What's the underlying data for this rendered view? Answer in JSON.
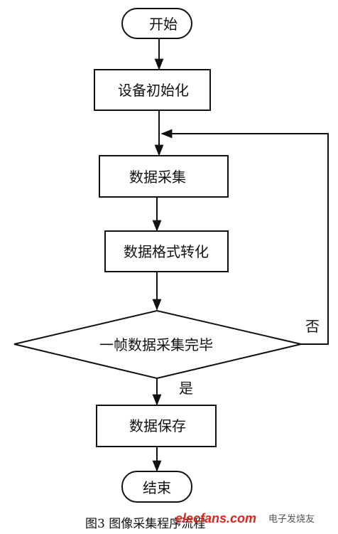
{
  "nodes": {
    "start": "开始",
    "init": "设备初始化",
    "acquire": "数据采集",
    "convert": "数据格式转化",
    "decision": "一帧数据采集完毕",
    "save": "数据保存",
    "end": "结束"
  },
  "branches": {
    "no": "否",
    "yes": "是"
  },
  "caption": "图3 图像采集程序流程",
  "watermark": {
    "brand": "elecfans.com",
    "site_cn": "电子发烧友"
  }
}
